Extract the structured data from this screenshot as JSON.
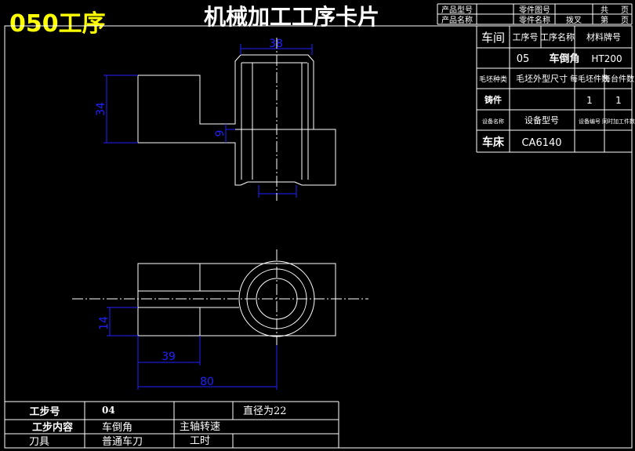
{
  "header": {
    "process_label": "050工序",
    "title": "机械加工工序卡片",
    "product_model_label": "产品型号",
    "product_name_label": "产品名称",
    "part_drawing_no_label": "零件图号",
    "part_name_label": "零件名称",
    "part_name_value": "拨叉",
    "total_label": "共",
    "page_label": "页",
    "sheet_label": "第",
    "sheet_page_label": "页"
  },
  "info_table": {
    "workshop_label": "车间",
    "process_no_label": "工序号",
    "process_name_label": "工序名称",
    "material_label": "材料牌号",
    "process_no": "05",
    "process_name": "车倒角",
    "material": "HT200",
    "blank_type_label": "毛坯种类",
    "blank_size_label": "毛坯外型尺寸",
    "blank_pieces_label": "每毛坯件数",
    "pieces_per_unit_label": "每台件数",
    "blank_type": "铸件",
    "blank_pieces": "1",
    "pieces_per_unit": "1",
    "equipment_name_label": "设备名称",
    "equipment_model_label": "设备型号",
    "equipment_no_label": "设备编号",
    "simultaneous_label": "同时加工件数",
    "equipment_name": "车床",
    "equipment_model": "CA6140"
  },
  "bottom_table": {
    "step_no_label": "工步号",
    "step_no": "04",
    "diameter_note": "直径为22",
    "step_content_label": "工步内容",
    "step_content": "车倒角",
    "spindle_speed_label": "主轴转速",
    "tool_label": "刀具",
    "tool": "普通车刀",
    "time_label": "工时"
  },
  "dimensions": {
    "top_width": "38",
    "left_height": "34",
    "small_height": "9",
    "bottom_height": "14",
    "length_39": "39",
    "length_80": "80"
  },
  "colors": {
    "background": "#000000",
    "lines": "#ffffff",
    "dimensions": "#2020ff",
    "process_label": "#ffff00"
  }
}
